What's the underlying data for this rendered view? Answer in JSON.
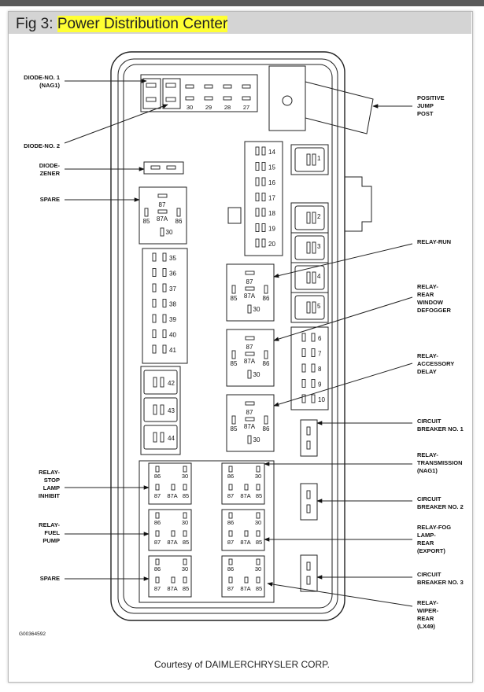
{
  "caption": {
    "prefix": "Fig 3: ",
    "title": "Power Distribution Center",
    "highlight_color": "#ffff33"
  },
  "credit": "Courtesy of DAIMLERCHRYSLER CORP.",
  "figure_code": "G00364592",
  "left_callouts": {
    "diode1": [
      "DIODE-NO. 1",
      "(NAG1)"
    ],
    "diode2": [
      "DIODE-NO. 2"
    ],
    "diode_zener": [
      "DIODE-",
      "ZENER"
    ],
    "spare_top": [
      "SPARE"
    ],
    "relay_stop_lamp": [
      "RELAY-",
      "STOP",
      "LAMP",
      "INHIBIT"
    ],
    "relay_fuel_pump": [
      "RELAY-",
      "FUEL",
      "PUMP"
    ],
    "spare_bottom": [
      "SPARE"
    ]
  },
  "right_callouts": {
    "positive_jump_post": [
      "POSITIVE",
      "JUMP",
      "POST"
    ],
    "relay_run": [
      "RELAY-RUN"
    ],
    "relay_rear_window_defogger": [
      "RELAY-",
      "REAR",
      "WINDOW",
      "DEFOGGER"
    ],
    "relay_accessory_delay": [
      "RELAY-",
      "ACCESSORY",
      "DELAY"
    ],
    "circuit_breaker_1": [
      "CIRCUIT",
      "BREAKER NO. 1"
    ],
    "relay_transmission": [
      "RELAY-",
      "TRANSMISSION",
      "(NAG1)"
    ],
    "circuit_breaker_2": [
      "CIRCUIT",
      "BREAKER NO. 2"
    ],
    "relay_fog_lamp_rear": [
      "RELAY-FOG",
      "LAMP-",
      "REAR",
      "(EXPORT)"
    ],
    "circuit_breaker_3": [
      "CIRCUIT",
      "BREAKER NO. 3"
    ],
    "relay_wiper_rear": [
      "RELAY-",
      "WIPER-",
      "REAR",
      "(LX49)"
    ]
  },
  "diode_block_numbers": [
    "30",
    "29",
    "28",
    "27"
  ],
  "mini_fuses_top": [
    "14",
    "15",
    "16",
    "17",
    "18",
    "19",
    "20"
  ],
  "mini_fuses_right": [
    "6",
    "7",
    "8",
    "9",
    "10"
  ],
  "mini_fuses_left": [
    "35",
    "36",
    "37",
    "38",
    "39",
    "40",
    "41"
  ],
  "cartridge_fuses_left": [
    "42",
    "43",
    "44"
  ],
  "cartridge_fuses_right": [
    "1",
    "2",
    "3",
    "4",
    "5"
  ],
  "relay_pins": {
    "p87": "87",
    "p87a": "87A",
    "p85": "85",
    "p86": "86",
    "p30": "30"
  },
  "micro_relay_pins": {
    "p86": "86",
    "p30": "30",
    "p87": "87",
    "p87a": "87A",
    "p85": "85"
  }
}
